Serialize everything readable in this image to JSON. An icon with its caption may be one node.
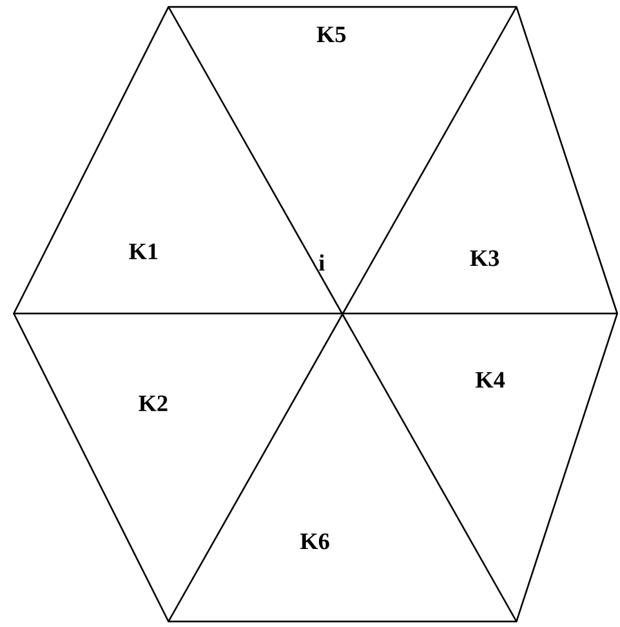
{
  "diagram": {
    "labels": [
      "K5",
      "K1",
      "i",
      "K3",
      "K4",
      "K2",
      "K6"
    ]
  }
}
